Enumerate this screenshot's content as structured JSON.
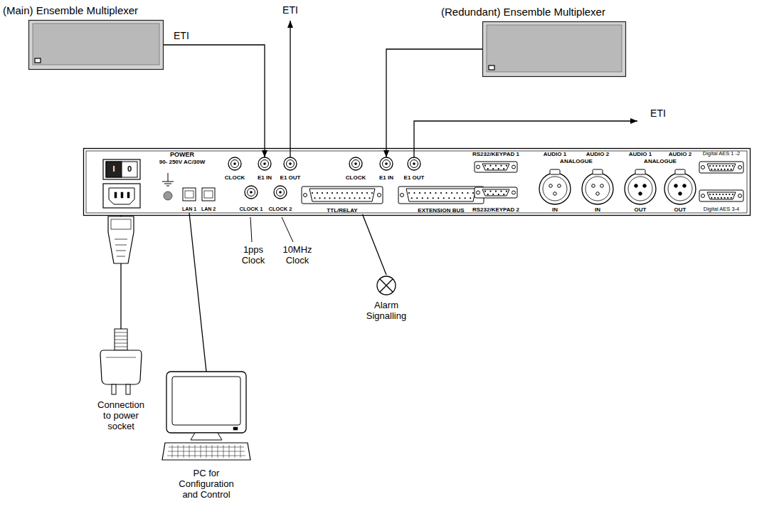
{
  "diagram": {
    "nodes": [
      {
        "text": [
          "(Main) Ensemble Multiplexer"
        ]
      },
      {
        "text": [
          "(Redundant) Ensemble Multiplexer"
        ]
      },
      {
        "text": [
          "I",
          "0",
          "POWER",
          "90- 250V AC/30W",
          "LAN 2",
          "CLOCK",
          "E1 OUT",
          "CLOCK 1",
          "CLOCK 2",
          "CLOCK",
          "E1 OUT",
          "EXTENSION BUS",
          "RS232/KEYPAD 1",
          "RS232/KEYPAD 2",
          "AUDIO 1",
          "AUDIO 2",
          "ANALOGUE",
          "IN",
          "IN",
          "AUDIO 1",
          "AUDIO 2",
          "ANALOGUE",
          "OUT",
          "OUT",
          "Digital AES 1 -2",
          "Digital AES 3-4"
        ]
      },
      {
        "text": [
          "LAN 1"
        ],
        "in": 2
      },
      {
        "text": [
          "E1 IN"
        ],
        "in": 2
      },
      {
        "text": [
          "TTL/RELAY"
        ],
        "in": 2
      },
      {
        "text": [
          "E1 IN"
        ],
        "in": 2
      },
      {
        "text": [
          "Connection to power socket"
        ]
      },
      {
        "text": [
          "Alarm Signalling"
        ]
      },
      {
        "text": [
          "PC for Configuration and Control"
        ]
      }
    ],
    "edges": [
      {
        "from": 0,
        "to": 4,
        "arrow": "to",
        "label": "ETI"
      },
      {
        "from": 1,
        "to": 6,
        "arrow": "to"
      },
      {
        "from": 2,
        "to": 7,
        "arrow": "none"
      },
      {
        "from": 3,
        "to": 9,
        "arrow": "none"
      },
      {
        "from": 5,
        "to": 8,
        "arrow": "none"
      }
    ],
    "labels": [
      "ETI",
      "ETI",
      "1pps Clock",
      "10MHz Clock"
    ]
  }
}
